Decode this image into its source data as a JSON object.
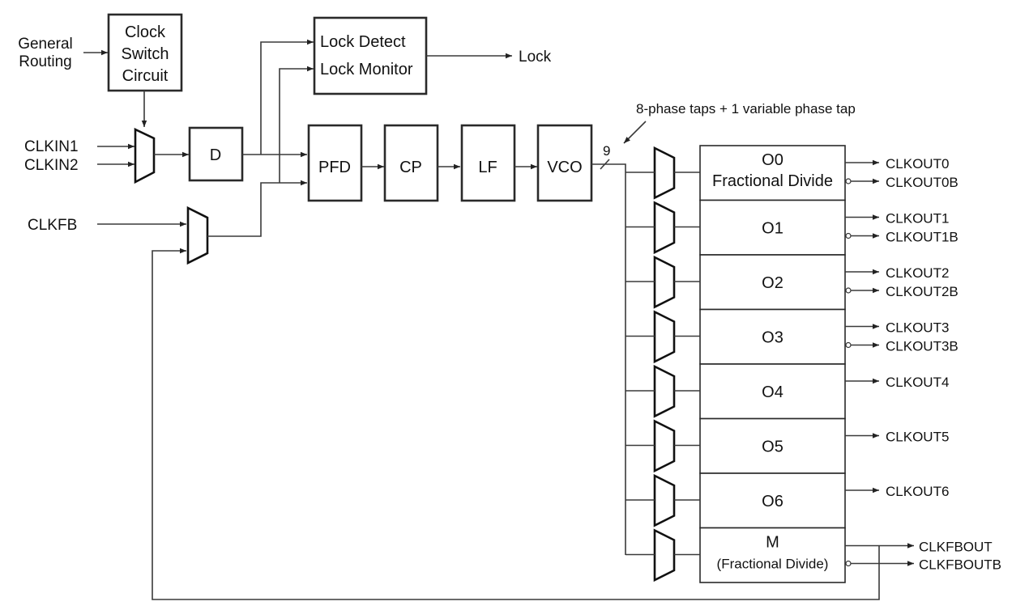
{
  "inputs": {
    "general_routing": [
      "General",
      "Routing"
    ],
    "clkin1": "CLKIN1",
    "clkin2": "CLKIN2",
    "clkfb": "CLKFB"
  },
  "blocks": {
    "clock_switch": [
      "Clock",
      "Switch",
      "Circuit"
    ],
    "d": "D",
    "lock_detect": "Lock Detect",
    "lock_monitor": "Lock Monitor",
    "pfd": "PFD",
    "cp": "CP",
    "lf": "LF",
    "vco": "VCO"
  },
  "lock_output": "Lock",
  "bus_width": "9",
  "annotation": "8-phase taps + 1 variable phase tap",
  "dividers": [
    {
      "name": "O0",
      "sub": "Fractional Divide",
      "outputs": [
        "CLKOUT0",
        "CLKOUT0B"
      ]
    },
    {
      "name": "O1",
      "sub": "",
      "outputs": [
        "CLKOUT1",
        "CLKOUT1B"
      ]
    },
    {
      "name": "O2",
      "sub": "",
      "outputs": [
        "CLKOUT2",
        "CLKOUT2B"
      ]
    },
    {
      "name": "O3",
      "sub": "",
      "outputs": [
        "CLKOUT3",
        "CLKOUT3B"
      ]
    },
    {
      "name": "O4",
      "sub": "",
      "outputs": [
        "CLKOUT4"
      ]
    },
    {
      "name": "O5",
      "sub": "",
      "outputs": [
        "CLKOUT5"
      ]
    },
    {
      "name": "O6",
      "sub": "",
      "outputs": [
        "CLKOUT6"
      ]
    },
    {
      "name": "M",
      "sub": "(Fractional Divide)",
      "outputs": [
        "CLKFBOUT",
        "CLKFBOUTB"
      ]
    }
  ]
}
